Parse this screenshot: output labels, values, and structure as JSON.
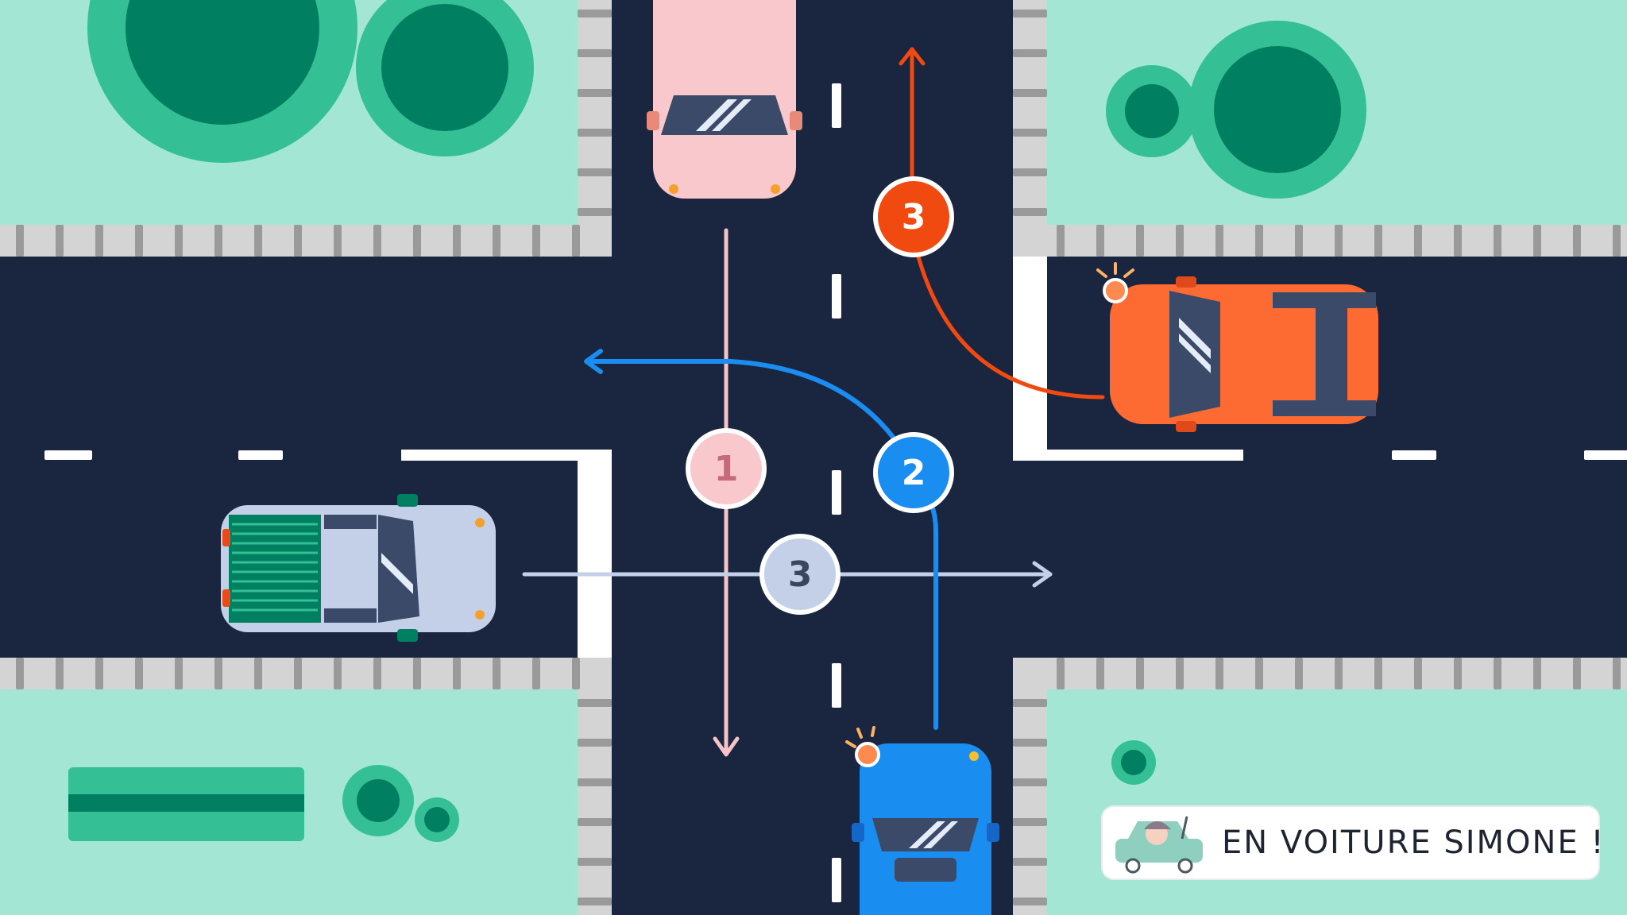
{
  "colors": {
    "grass": "#a3e6d4",
    "road": "#1a2540",
    "sidewalk": "#d4d4d4",
    "curb": "#9a9a9a",
    "marking": "#ffffff",
    "tree_light": "#34c094",
    "tree_dark": "#008060",
    "car1": "#f8c8cc",
    "car2": "#1a8ef0",
    "car3_orange": "#fe6b32",
    "car3_grey": "#c3d0e8"
  },
  "paths": [
    {
      "id": "path-1",
      "number": "1",
      "color": "#f5c4c7",
      "text_color": "#c46a78",
      "description_visible": false
    },
    {
      "id": "path-2",
      "number": "2",
      "color": "#1a8ef0",
      "text_color": "#ffffff"
    },
    {
      "id": "path-3-orange",
      "number": "3",
      "color": "#f04a10",
      "text_color": "#ffffff"
    },
    {
      "id": "path-3-grey",
      "number": "3",
      "color": "#c3d0e8",
      "text_color": "#3a4660"
    }
  ],
  "brand": {
    "text": "EN VOITURE SIMONE !"
  }
}
